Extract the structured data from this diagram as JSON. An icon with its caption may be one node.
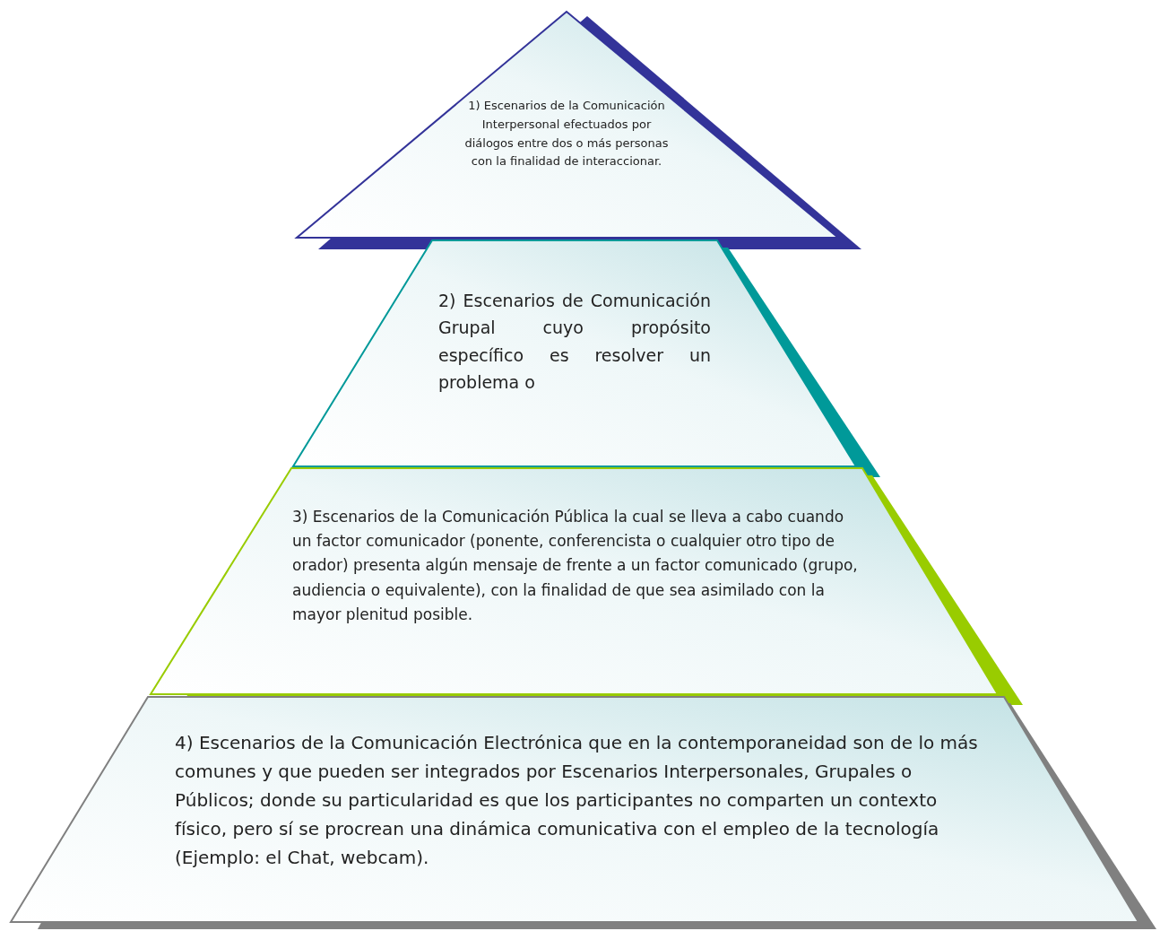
{
  "diagram": {
    "nodes": [
      {
        "text": [
          "1) Escenarios de la Comunicación Interpersonal efectuados por diálogos entre dos o más personas con la finalidad de interaccionar."
        ]
      },
      {
        "text": [
          "2) Escenarios de Comunicación Grupal cuyo propósito específico es resolver un problema o"
        ]
      },
      {
        "text": [
          "3) Escenarios de la Comunicación Pública la cual se lleva a cabo cuando un factor comunicador (ponente, conferencista o cualquier otro tipo de orador) presenta algún mensaje de frente a un factor comunicado (grupo, audiencia o equivalente), con la finalidad de que sea asimilado con la mayor plenitud posible."
        ]
      },
      {
        "text": [
          "4) Escenarios de la Comunicación Electrónica que en la contemporaneidad son de lo más comunes y que pueden ser integrados por Escenarios Interpersonales, Grupales o Públicos; donde su particularidad es que los participantes no comparten un contexto físico, pero sí se procrean una dinámica comunicativa con el empleo de la tecnología (Ejemplo: el Chat, webcam)."
        ]
      }
    ],
    "edges": []
  }
}
